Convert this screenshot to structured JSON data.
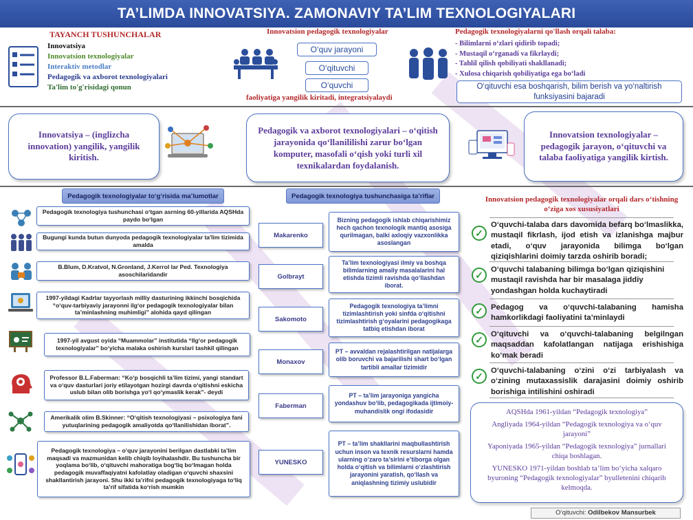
{
  "title": "TA’LIMDA INNOVATSIYA. ZAMONAVIY TA’LIM TEXNOLOGIYALARI",
  "key_concepts": {
    "heading": "TAYANCH TUSHUNCHALAR",
    "items": [
      {
        "text": "Innovatsiya",
        "color": "#111111"
      },
      {
        "text": "Innovatsion texnologiyalar",
        "color": "#4e8a2a"
      },
      {
        "text": "Interaktiv metodlar",
        "color": "#4a7cc4"
      },
      {
        "text": "Pedagogik va axborot texnologiyalari",
        "color": "#2b3b8f"
      },
      {
        "text": "Ta'lim to'g'risidagi qonun",
        "color": "#2e6b2e"
      }
    ]
  },
  "inn_ped": {
    "heading": "Innovatsion pedagogik texnologiyalar",
    "pills": [
      "O‘quv jarayoni",
      "O‘qituvchi",
      "O‘quvchi"
    ],
    "footer": "faoliyatiga yangilik kiritadi, integratsiyalaydi"
  },
  "student_via": {
    "heading": "Pedagogik texnologiyalarni qo'llash orqali talaba:",
    "items": [
      "- Bilimlarni o‘zlari qidirib topadi;",
      "- Mustaqil o‘rganadi va fikrlaydi;",
      "- Tahlil qilish qobiliyati shakllanadi;",
      "- Xulosa chiqarish qobiliyatiga ega bo‘ladi"
    ],
    "teacher_box": "O‘qituvchi esa boshqarish, bilim berish va yo‘naltirish funksiyasini bajaradi"
  },
  "definitions": {
    "innovation": "Innovatsiya – (inglizcha innovation) yangilik, yangilik kiritish.",
    "ped_info": "Pedagogik va axborot texnologiyalari – o‘qitish jarayonida qo‘llanililishi zarur bo‘lgan komputer, masofali o‘qish yoki turli xil texnikalardan foydalanish.",
    "inn_tech": "Innovatsion texnologiyalar – pedagogik jarayon, o‘qituvchi va talaba faoliyatiga yangilik kirtish."
  },
  "info": {
    "heading": "Pedagogik texnologiyalar to‘g‘risida ma’lumotlar",
    "items": [
      "Pedagogik texnologiya tushunchasi o‘tgan asrning 60-yillarida AQSHda paydo bo‘lgan",
      "Bugungi kunda butun dunyoda pedagogik texnologiyalar ta'lim tizimida amalda",
      "B.Blum, D.Kratvol, N.Gronland, J.Kerrol lar Ped. Texnologiya asoschilaridandir",
      "1997-yildagi Kadrlar tayyorlash milliy dasturining ikkinchi bosqichida “o‘quv-tarbiyaviy jarayonni ilg‘or pedagogik texnologiyalar bilan ta’minlashning muhimligi” alohida qayd qilingan",
      "1997-yil avgust oyida “Muammolar” institutida “Ilg‘or pedagogik texnologiyalar” bo‘yicha malaka oshirish kurslari tashkil qilingan",
      "Professor B.L.Faberman: “Ko‘p bosqichli ta’lim tizimi, yangi standart va o‘quv dasturlari joriy etilayotgan hozirgi davrda o‘qitishni eskicha uslub bilan olib borishga yo‘l qo‘ymaslik kerak”- deydi",
      "Amerikalik olim B.Skinner: “O‘qitish texnologiyasi – psixologiya fani yutuqlarining pedagogik amaliyotda qo‘llanilishidan iborat”.",
      "Pedagogik texnologiya – o‘quv jarayonini berilgan dastlabki ta’lim maqsadi va mazmunidan kelib chiqib loyihalashdir. Bu tushuncha bir yoqlama bo‘lib, o‘qituvchi mahoratiga bog‘liq bo‘lmagan holda pedagogik muvaffaqiyatni kafolatlay oladigan o‘quvchi shaxsini shakllantirish jarayoni. Shu ikki ta’rifni pedagogik texnologiyaga to‘liq ta’rif sifatida ko‘rish mumkin"
    ]
  },
  "definitions_tab": {
    "heading": "Pedagogik texnologiya tushunchasiga ta’riflar",
    "rows": [
      {
        "author": "Makarenko",
        "text": "Bizning pedagogik ishlab chiqarishimiz hech qachon texnologik mantiq asosiga qurilmagan, balki axloqiy vazxonlikka asoslangan"
      },
      {
        "author": "Golbrayt",
        "text": "Ta’lim texnologiyasi ilmiy va boshqa bilimlarning amaliy masalalarini hal etishda tizimli ravishda qo‘llashdan iborat."
      },
      {
        "author": "Sakomoto",
        "text": "Pedagogik texnologiya ta’limni tizimlashtirish yoki sinfda o‘qitishni tizimlashtirish g‘oyalarini pedagogikaga tatbiq etishdan iborat"
      },
      {
        "author": "Monaxov",
        "text": "PT – avvaldan rejalashtirilgan natijalarga olib boruvchi va bajarilishi shart bo‘lgan tartibli amallar tizimidir"
      },
      {
        "author": "Faberman",
        "text": "PT – ta’lim jarayoniga yangicha yondashuv bo‘lib, pedagogikada ijtimoiy-muhandislik ongi ifodasidir"
      },
      {
        "author": "YUNESKO",
        "text": "PT – ta’lim shakllarini maqbullashtirish uchun inson va texnik resurslarni hamda ularning o‘zaro ta’sirini e’tiborga olgan holda o‘qitish va bilimlarni o‘zlashtirish jarayonini yaratish, qo‘llash va aniqlashning tizimiy uslubidir"
      }
    ]
  },
  "features": {
    "heading": "Innovatsion pedagogik texnologiyalar orqali dars o‘tishning o‘ziga xos xususiyatlari",
    "items": [
      "O‘quvchi-talaba dars davomida befarq bo‘lmaslikka, mustaqil fikrlash, ijod etish va izlanishga majbur etadi, o‘quv jarayonida bilimga bo‘lgan qiziqishlarini doimiy tarzda oshirib boradi;",
      "O‘quvchi talabaning bilimga bo‘lgan qiziqishini mustaqil ravishda har bir masalaga jiddiy yondashgan holda kuchaytiradi",
      "Pedagog va o‘quvchi-talabaning hamisha hamkorlikdagi faoliyatini ta’minlaydi",
      "O‘qituvchi va o‘quvchi-talabaning belgilngan maqsaddan kafolatlangan natijaga erishishiga ko‘mak beradi",
      "O‘quvchi-talabaning o‘zini o‘zi tarbiyalash va o‘zining mutaxassislik darajasini doimiy oshirib borishiga intilishini oshiradi"
    ]
  },
  "history": [
    "AQSHda 1961-yildan “Pedagogik      texnologiya”",
    "Angliyada 1964-yildan “Pedagogik texnologiya va o‘quv jarayoni”",
    "Yaponiyada 1965-yildan “Pedagogik texnologiya” jurnallari chiqa boshlagan.",
    "YUNESKO 1971-yildan boshlab ta’lim bo‘yicha xalqaro byuroning “Pedagogik texnologiyalar” byulletenini chiqarib kelmoqda."
  ],
  "footer": {
    "label": "O‘qituvchi:",
    "name": "Odilbekov Mansurbek"
  },
  "colors": {
    "banner": "#3356a8",
    "accent_red": "#b3272a",
    "purple": "#5a3b9a",
    "box_border": "#4a72c4"
  }
}
